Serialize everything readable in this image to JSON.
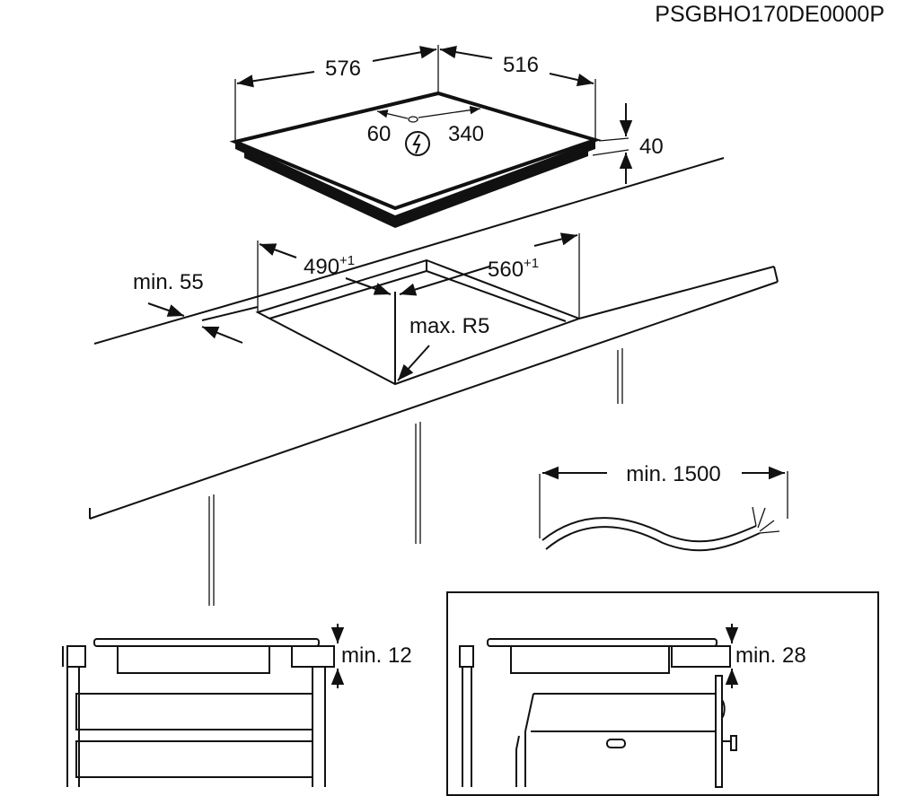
{
  "model_code": "PSGBHO170DE0000P",
  "dimensions": {
    "hob_width": "576",
    "hob_depth": "516",
    "hob_height": "40",
    "connection_offset_left": "60",
    "connection_offset_right": "340",
    "cutout_depth": "490",
    "cutout_depth_tol": "+1",
    "cutout_width": "560",
    "cutout_width_tol": "+1",
    "min_front_distance": "min. 55",
    "max_radius": "max. R5",
    "min_cable_length": "min. 1500",
    "min_gap_drawer": "min. 12",
    "min_gap_oven": "min. 28"
  },
  "icons": {
    "electric": "lightning-in-circle-icon"
  }
}
